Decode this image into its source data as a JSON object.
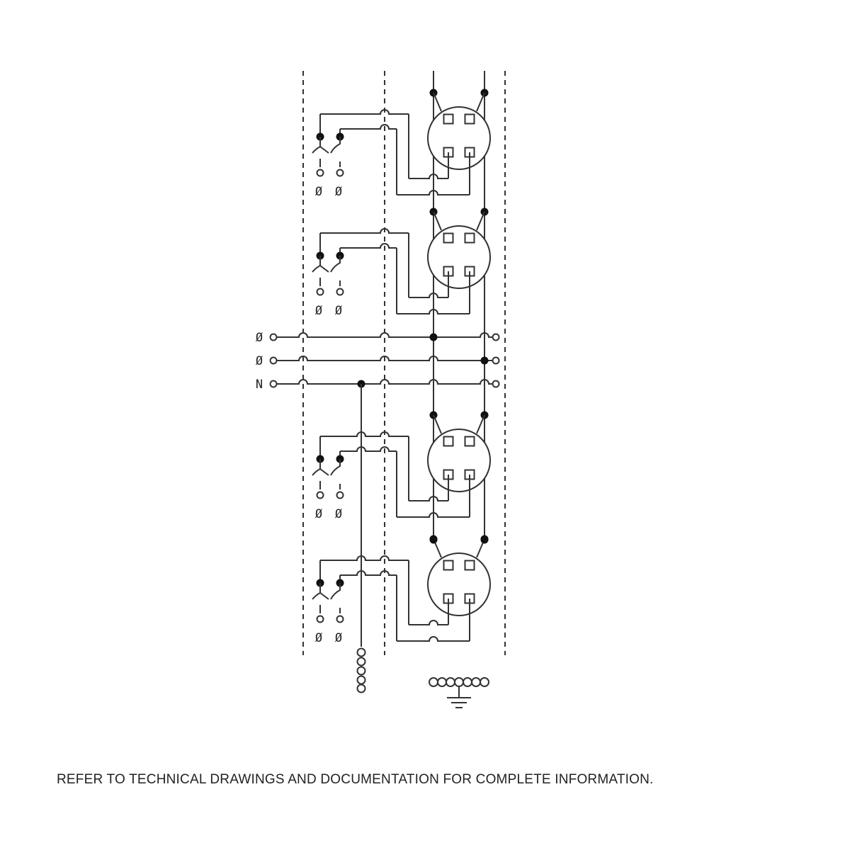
{
  "diagram": {
    "line_labels": [
      "Ø",
      "Ø",
      "N"
    ],
    "breaker_terminal_label": "Ø",
    "colors": {
      "line": "#333333",
      "dot": "#111111",
      "background": "#ffffff"
    }
  },
  "footer": {
    "note": "REFER TO TECHNICAL DRAWINGS AND DOCUMENTATION FOR COMPLETE INFORMATION."
  }
}
